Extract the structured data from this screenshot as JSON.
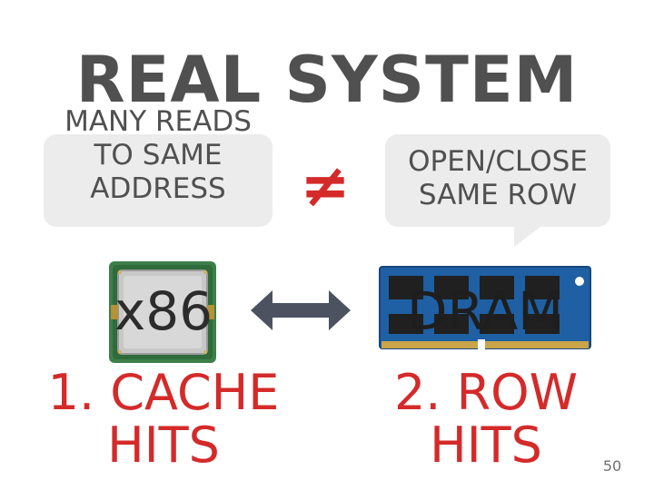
{
  "slide": {
    "title": "REAL SYSTEM",
    "left_bubble": "MANY READS TO SAME ADDRESS",
    "right_bubble": "OPEN/CLOSE SAME ROW",
    "not_equal": "≠",
    "cpu_label": "x86",
    "dram_label": "DRAM",
    "left_caption": "1. CACHE HITS",
    "right_caption": "2. ROW HITS",
    "page_number": "50"
  },
  "colors": {
    "title": "#505050",
    "accent_red": "#d42a2a",
    "bubble": "#ececec",
    "dram_board": "#1f5fa3"
  },
  "icons": {
    "cpu": "cpu-chip-icon",
    "dram": "dram-module-icon",
    "arrow": "double-arrow-icon"
  }
}
